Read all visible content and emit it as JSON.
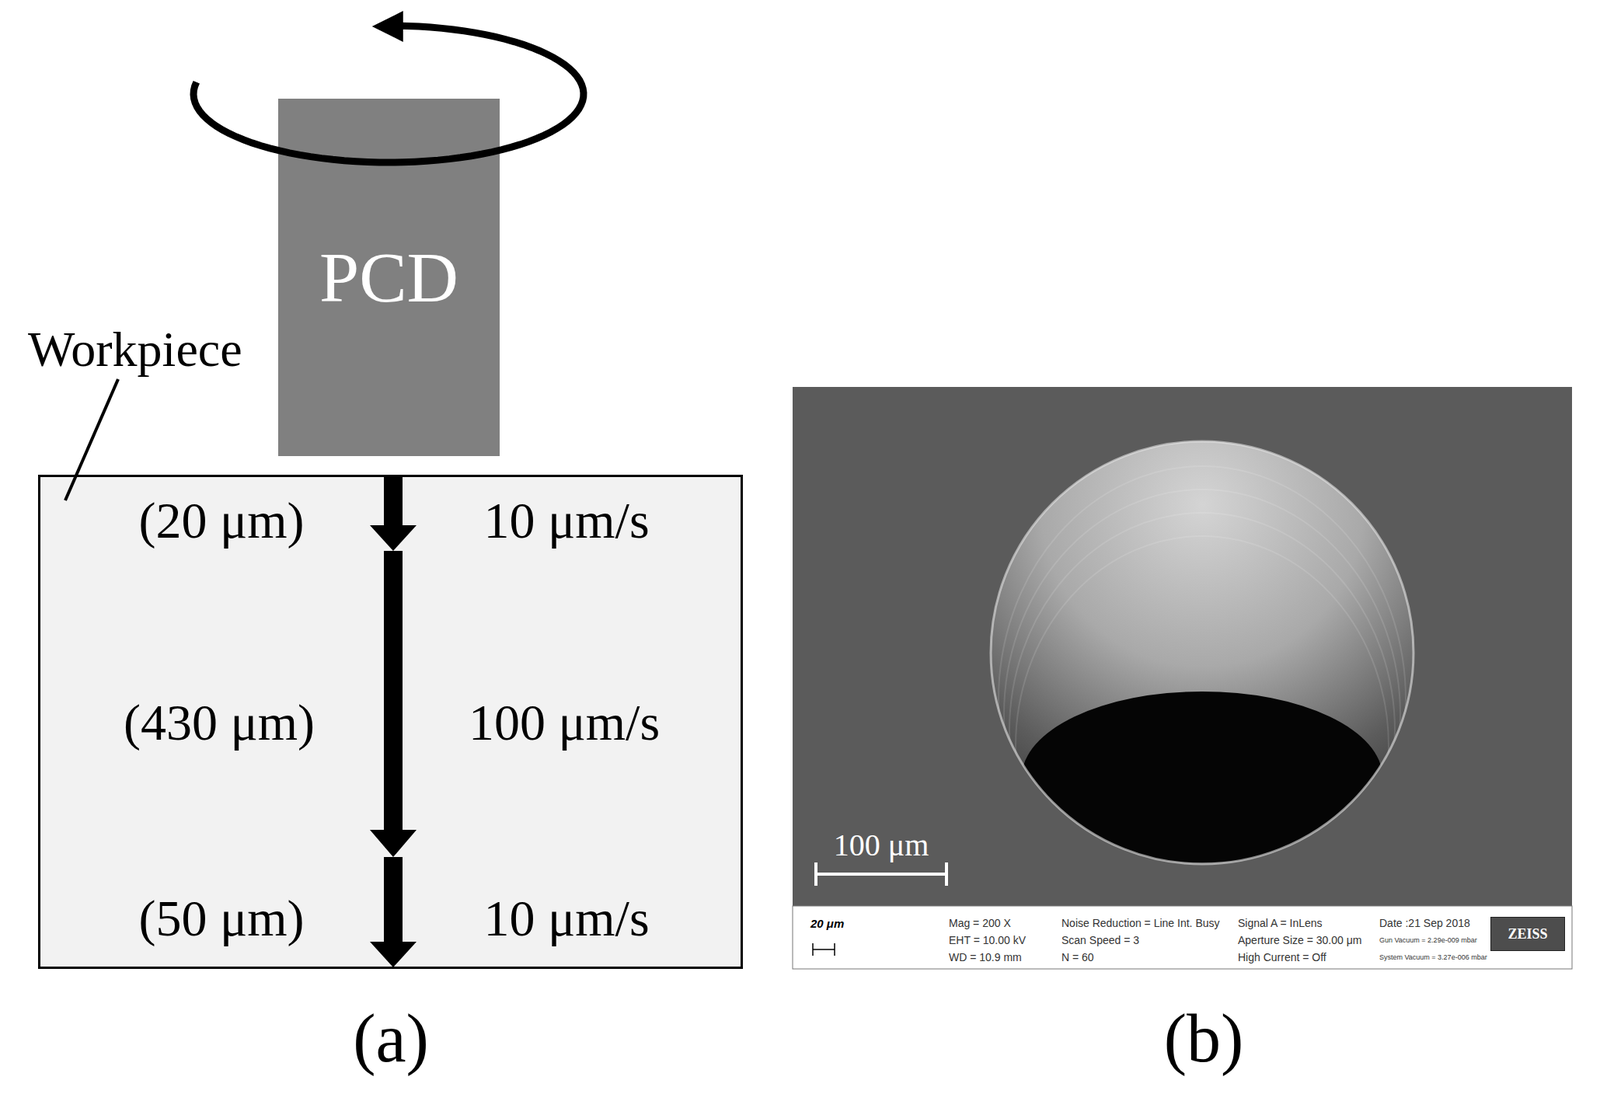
{
  "diagram": {
    "nodes": [
      {
        "text": [
          "PCD"
        ]
      },
      {
        "text": [
          "Workpiece"
        ]
      },
      {
        "text": [
          "ZEISS"
        ]
      }
    ],
    "labels": [
      "(20 μm)",
      "10 μm/s",
      "(430 μm)",
      "100 μm/s",
      "(50 μm)",
      "10 μm/s",
      "(a)",
      "100 μm",
      "20 μm",
      "Mag = 200 X",
      "EHT = 10.00 kV",
      "WD = 10.9 mm",
      "Noise Reduction = Line Int. Busy",
      "Scan Speed = 3",
      "N = 60",
      "Signal A = InLens",
      "Aperture Size = 30.00 μm",
      "High Current = Off",
      "Date :21 Sep 2018",
      "Gun Vacuum = 2.29e-009 mbar",
      "System Vacuum = 3.27e-006 mbar",
      "(b)"
    ]
  }
}
